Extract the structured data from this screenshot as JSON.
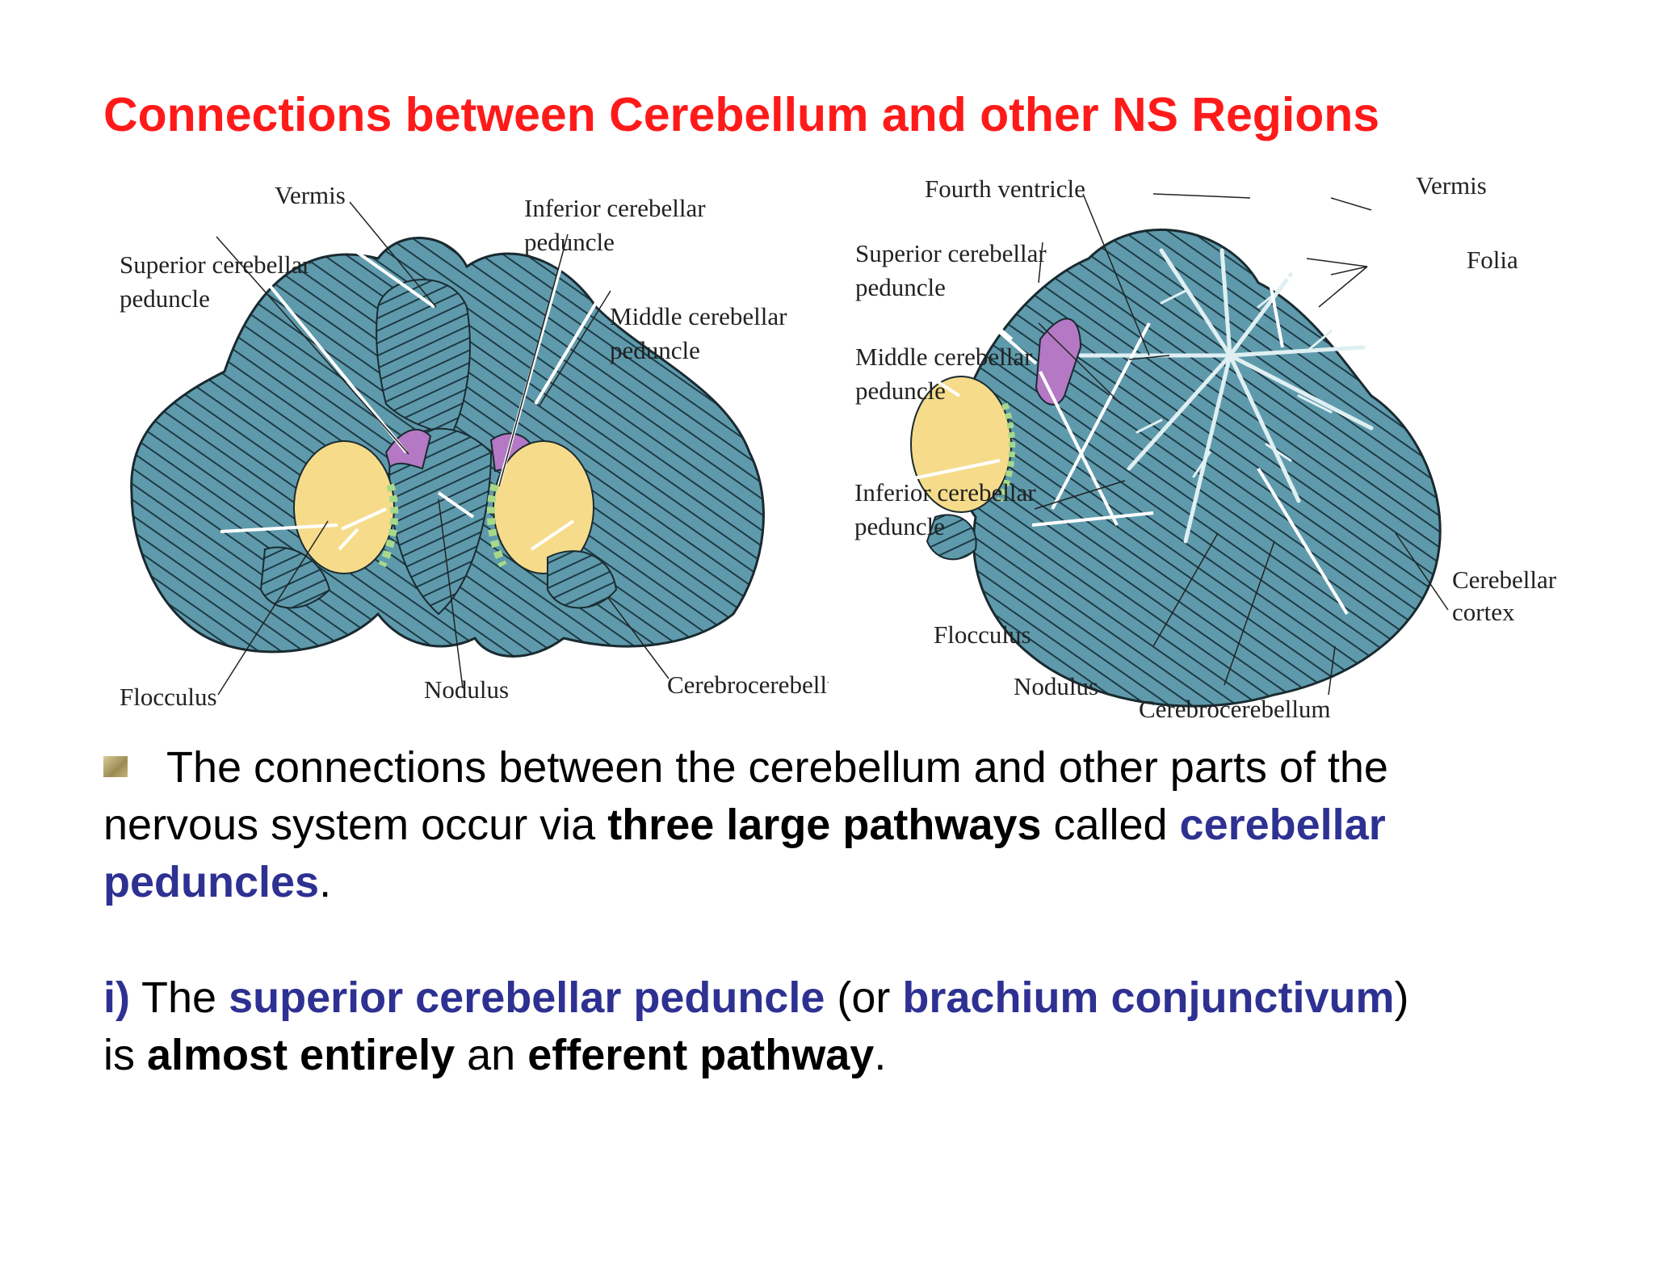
{
  "title": "Connections between Cerebellum and other NS Regions",
  "figure": {
    "left_labels": {
      "vermis": "Vermis",
      "superior_1": "Superior cerebellar",
      "superior_2": "peduncle",
      "inferior_1": "Inferior cerebellar",
      "inferior_2": "peduncle",
      "middle_1": "Middle cerebellar",
      "middle_2": "peduncle",
      "flocculus": "Flocculus",
      "nodulus": "Nodulus",
      "cerebrocerebellum": "Cerebrocerebellum"
    },
    "right_labels": {
      "fourth_ventricle": "Fourth ventricle",
      "vermis": "Vermis",
      "folia": "Folia",
      "superior_1": "Superior cerebellar",
      "superior_2": "peduncle",
      "middle_1": "Middle cerebellar",
      "middle_2": "peduncle",
      "inferior_1": "Inferior cerebellar",
      "inferior_2": "peduncle",
      "cerebellar_cortex_1": "Cerebellar",
      "cerebellar_cortex_2": "cortex",
      "flocculus": "Flocculus",
      "nodulus": "Nodulus",
      "cerebrocerebellum": "Cerebrocerebellum"
    }
  },
  "paragraph1": {
    "t1": "The connections between the cerebellum and other parts of the nervous system occur via ",
    "t2": "three large pathways",
    "t3": " called ",
    "t4": "cerebellar peduncles",
    "t5": "."
  },
  "paragraph2": {
    "t1": "i)",
    "t2": " The ",
    "t3": "superior cerebellar peduncle",
    "t4": " (or ",
    "t5": "brachium conjunctivum",
    "t6": ")",
    "t7": "is ",
    "t8": "almost entirely",
    "t9": " an ",
    "t10": "efferent pathway",
    "t11": "."
  },
  "colors": {
    "title": "#ff1a1a",
    "emphasis_blue": "#2e3192",
    "cerebellum_tissue": "#5e9aac",
    "peduncle_yellow": "#f6dc8a",
    "superior_peduncle_purple": "#b478c4"
  }
}
